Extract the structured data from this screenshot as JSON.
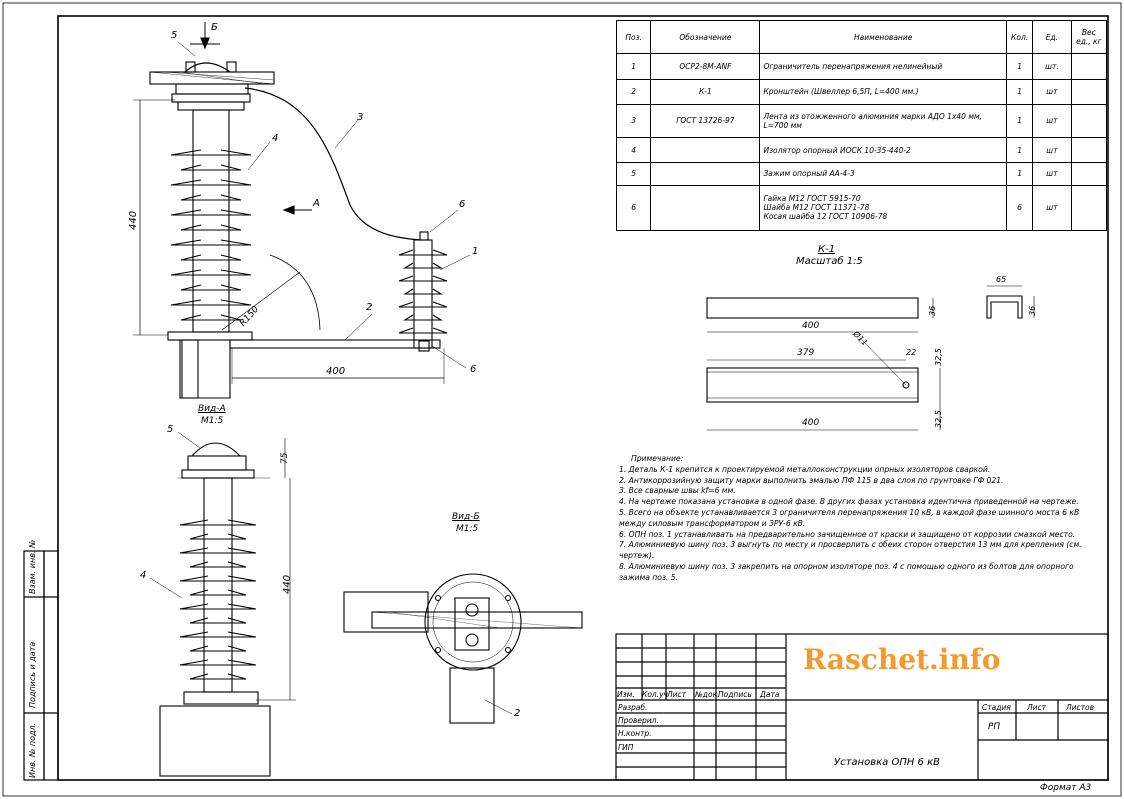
{
  "spec_headers": {
    "pos": "Поз.",
    "designation": "Обозначение",
    "name": "Наименование",
    "qty": "Кол.",
    "unit": "Ед.",
    "weight_1": "Вес",
    "weight_2": "ед., кг"
  },
  "spec_rows": [
    {
      "pos": "1",
      "designation": "OCP2-8M-ANF",
      "name": "Ограничитель перенапряжения нелинейный",
      "qty": "1",
      "unit": "шт."
    },
    {
      "pos": "2",
      "designation": "К-1",
      "name": "Кронштейн (Швеллер 6,5П, L=400 мм.)",
      "qty": "1",
      "unit": "шт"
    },
    {
      "pos": "3",
      "designation": "ГОСТ 13726-97",
      "name": "Лента из отожженного алюминия марки АДО 1х40 мм, L=700 мм",
      "qty": "1",
      "unit": "шт"
    },
    {
      "pos": "4",
      "designation": "",
      "name": "Изолятор опорный ИОСК 10-35-440-2",
      "qty": "1",
      "unit": "шт"
    },
    {
      "pos": "5",
      "designation": "",
      "name": "Зажим опорный АА-4-3",
      "qty": "1",
      "unit": "шт"
    },
    {
      "pos": "6",
      "designation": "",
      "name_lines": [
        "Гайка М12 ГОСТ 5915-70",
        "Шайба М12 ГОСТ 11371-78",
        "Косая шайба 12 ГОСТ 10906-78"
      ],
      "qty": "6",
      "unit": "шт"
    }
  ],
  "notes": {
    "title": "Примечание:",
    "items": [
      "1. Деталь К-1 крепится к проектируемой металлоконструкции опрных изоляторов сваркой.",
      "2. Антикоррозийную защиту марки выполнить эмалью ПФ 115 в два слоя по грунтовке ГФ 021.",
      "3. Все сварные швы kf=6 мм.",
      "4. На чертеже показана установка в одной фазе. В других фазах установка идентична приведенной на чертеже.",
      "5. Всего на объекте устанавливается 3 ограничителя перенапряжения 10 кВ, в каждой фазе шинного моста 6 кВ между силовым трансформатором и ЗРУ-6 кВ.",
      "6. ОПН поз. 1 устанавливать на предварительно зачищенное от краски и защищено от коррозии смазкой место.",
      "7. Алюминиевую шину поз. 3 выгнуть по месту и просверлить с обеих сторон отверстия 13 мм для крепления (см. чертеж).",
      "8. Алюминиевую шину поз. 3 закрепить на опорном изоляторе поз. 4 с помощью одного из болтов для опорного зажима поз. 5."
    ]
  },
  "drawing": {
    "view_main": {
      "dim_height": "440",
      "dim_len": "400",
      "radius": "R150",
      "arrow_a": "А",
      "arrow_b": "Б",
      "labels": [
        "5",
        "3",
        "4",
        "6",
        "1",
        "2",
        "6"
      ]
    },
    "view_a": {
      "title": "Вид-А",
      "scale": "М1:5",
      "dim_75": "75",
      "dim_440": "440",
      "labels": [
        "5",
        "4"
      ]
    },
    "view_b": {
      "title": "Вид-Б",
      "scale": "М1:5",
      "labels": [
        "2"
      ]
    },
    "k1": {
      "title": "К-1",
      "scale": "Масштаб 1:5",
      "d400a": "400",
      "d36a": "36",
      "d65": "65",
      "d36b": "36",
      "d379": "379",
      "d11": "Ø11",
      "d22": "22",
      "d325a": "32,5",
      "d400b": "400",
      "d325b": "32,5"
    }
  },
  "title_block": {
    "headers": [
      "Изм.",
      "Кол.уч",
      "Лист",
      "№док.",
      "Подпись",
      "Дата"
    ],
    "roles": [
      "Разраб.",
      "Проверил.",
      "Н.контр.",
      "ГИП"
    ],
    "stage_label": "Стадия",
    "sheet_label": "Лист",
    "sheets_label": "Листов",
    "stage_value": "РП",
    "title": "Установка ОПН 6 кВ",
    "format": "Формат А3"
  },
  "side_stamp": [
    "Инв. № подл.",
    "Подпись и дата",
    "Взам. инв. №"
  ],
  "watermark": "Raschet.info"
}
